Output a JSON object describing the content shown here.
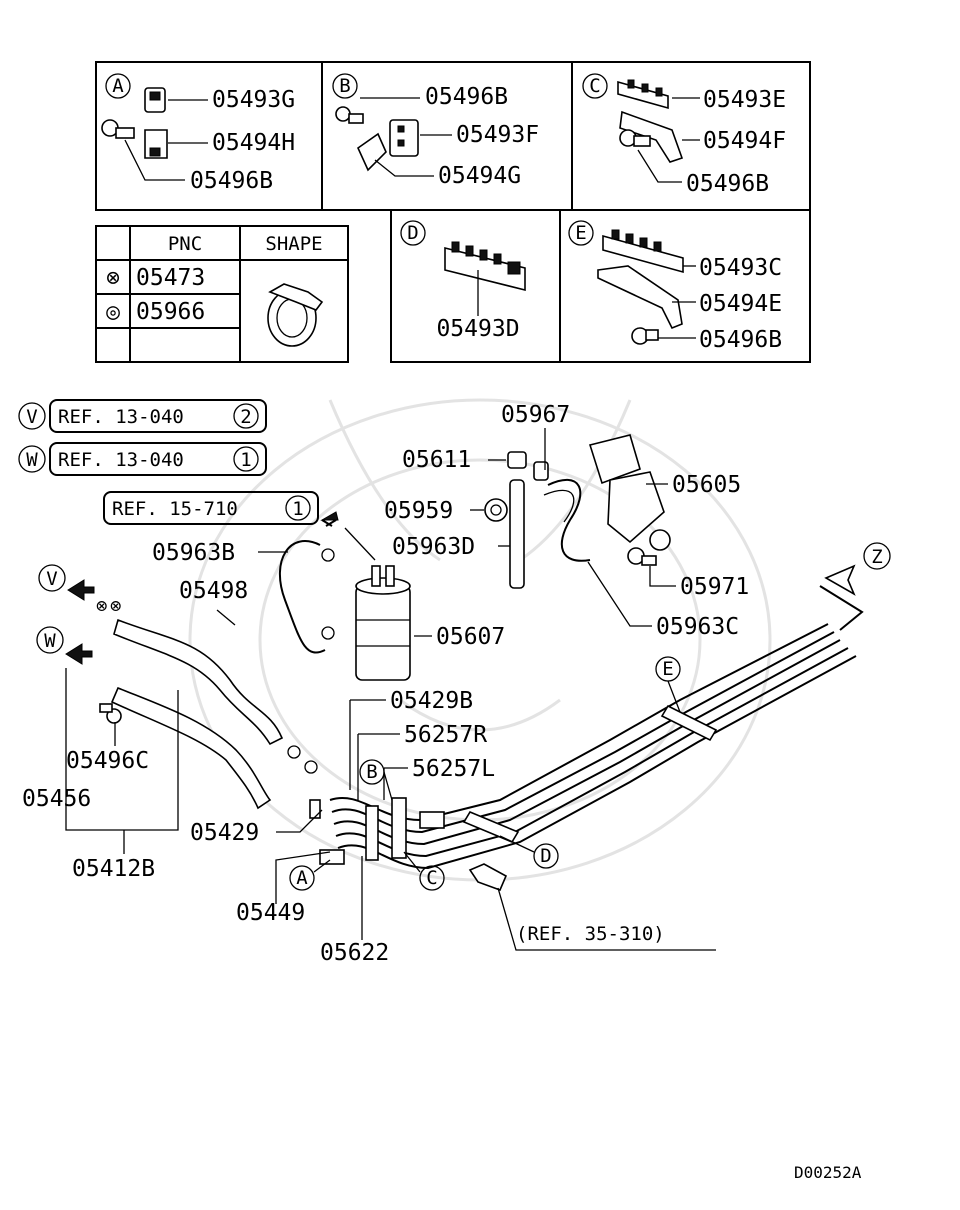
{
  "diagram_id": "D00252A",
  "detail_boxes": {
    "A": {
      "letter": "A",
      "parts": [
        "05493G",
        "05494H",
        "05496B"
      ]
    },
    "B": {
      "letter": "B",
      "parts": [
        "05496B",
        "05493F",
        "05494G"
      ]
    },
    "C": {
      "letter": "C",
      "parts": [
        "05493E",
        "05494F",
        "05496B"
      ]
    },
    "D": {
      "letter": "D",
      "parts": [
        "05493D"
      ]
    },
    "E": {
      "letter": "E",
      "parts": [
        "05493C",
        "05494E",
        "05496B"
      ]
    }
  },
  "pnc_table": {
    "headers": [
      "PNC",
      "SHAPE"
    ],
    "rows": [
      {
        "symbol": "⊗",
        "pnc": "05473"
      },
      {
        "symbol": "◎",
        "pnc": "05966"
      }
    ]
  },
  "references": {
    "V": {
      "letter": "V",
      "text": "REF. 13-040",
      "num": "2"
    },
    "W": {
      "letter": "W",
      "text": "REF. 13-040",
      "num": "1"
    },
    "ref15": {
      "text": "REF. 15-710",
      "num": "1"
    },
    "ref35": "(REF. 35-310)"
  },
  "callouts": {
    "p05967": "05967",
    "p05611": "05611",
    "p05605": "05605",
    "p05959": "05959",
    "p05963D": "05963D",
    "p05963B": "05963B",
    "p05971": "05971",
    "p05498": "05498",
    "p05607": "05607",
    "p05963C": "05963C",
    "p05429B": "05429B",
    "p56257R": "56257R",
    "p56257L": "56257L",
    "p05496C": "05496C",
    "p05456": "05456",
    "p05429": "05429",
    "p05412B": "05412B",
    "p05449": "05449",
    "p05622": "05622"
  },
  "markers": {
    "V": "V",
    "W": "W",
    "Z": "Z",
    "A": "A",
    "B": "B",
    "C": "C",
    "D": "D",
    "E": "E"
  }
}
